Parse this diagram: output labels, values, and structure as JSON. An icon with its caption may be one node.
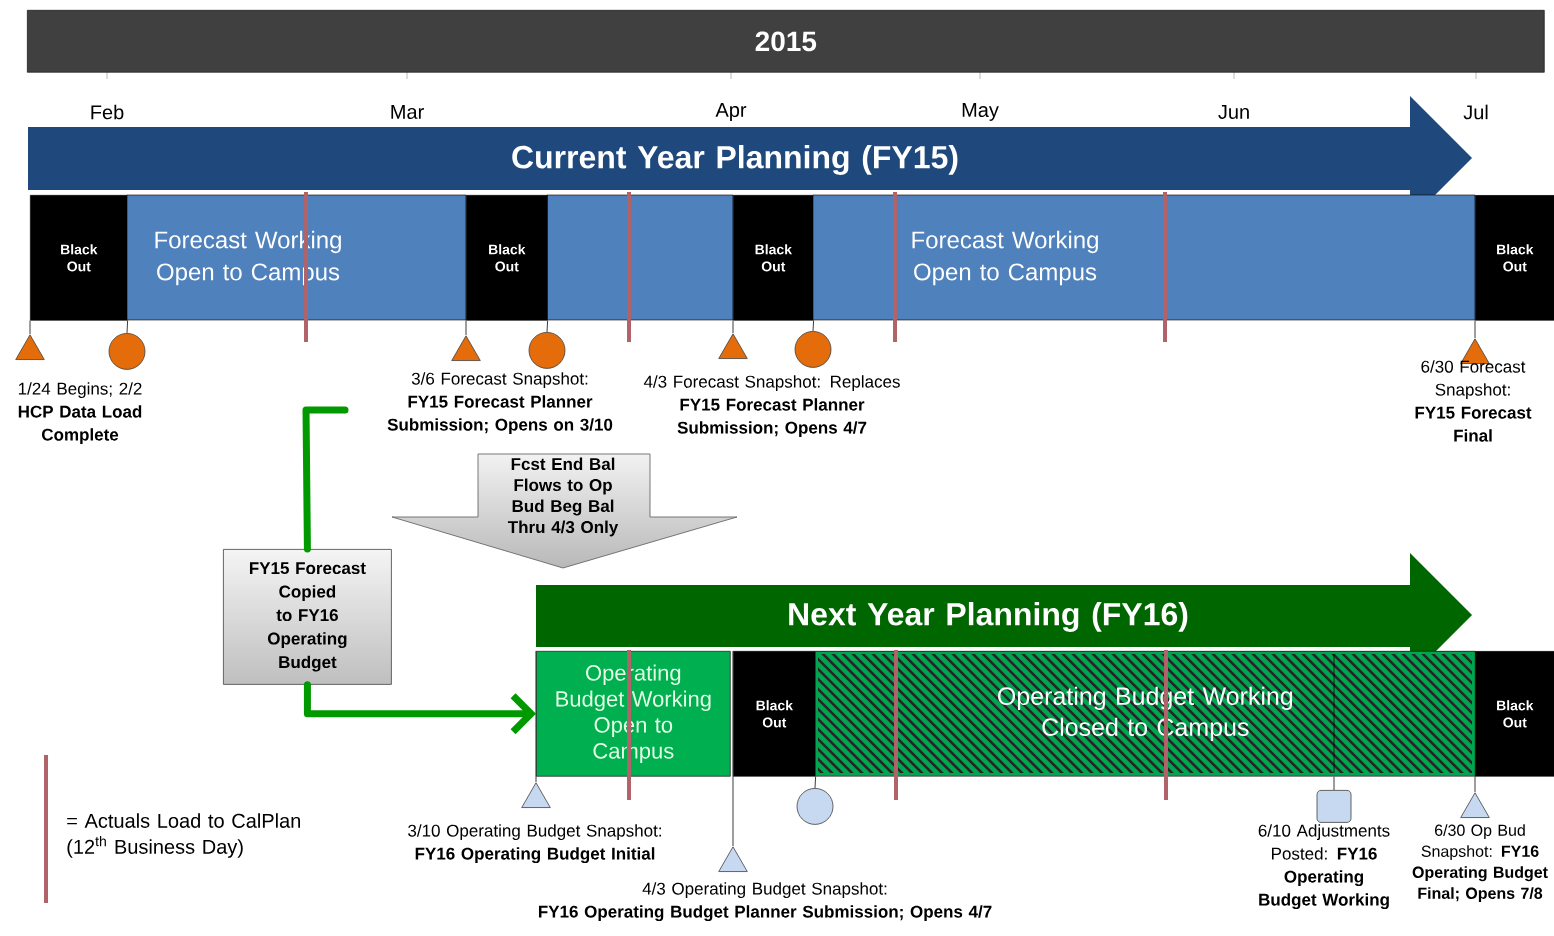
{
  "diagram": {
    "nodes": [
      {
        "text": [
          "2015"
        ]
      },
      {
        "text": [
          "Current Year Planning (FY15)"
        ]
      },
      {
        "text": [
          "Black Out"
        ]
      },
      {
        "text": [
          "Forecast Working Open to Campus"
        ]
      },
      {
        "text": [
          "Black Out"
        ]
      },
      {
        "text": [
          "Black Out"
        ]
      },
      {
        "text": [
          "Forecast Working Open to Campus"
        ]
      },
      {
        "text": [
          "Black Out"
        ]
      },
      {
        "text": [],
        "shape": "triangle",
        "beside": [
          "1/24 Begins; 2/2",
          "HCP Data Load Complete"
        ]
      },
      {
        "text": [],
        "shape": "circle"
      },
      {
        "text": [],
        "shape": "triangle",
        "beside": [
          "3/6 Forecast Snapshot:",
          "FY15 Forecast Planner Submission; Opens on 3/10"
        ]
      },
      {
        "text": [],
        "shape": "circle"
      },
      {
        "text": [],
        "shape": "triangle",
        "beside": [
          "4/3 Forecast Snapshot: Replaces **FY15 Forecast Planner Submission; Opens 4/7**"
        ]
      },
      {
        "text": [],
        "shape": "circle"
      },
      {
        "text": [],
        "shape": "triangle",
        "beside": [
          "6/30 Forecast Snapshot:",
          "FY15 Forecast Final"
        ]
      },
      {
        "text": [
          "Fcst End Bal Flows to Op Bud Beg Bal Thru 4/3 Only"
        ]
      },
      {
        "text": [
          "FY15 Forecast Copied to FY16 Operating Budget"
        ]
      },
      {
        "text": [
          "Next Year Planning (FY16)"
        ]
      },
      {
        "text": [
          "Operating Budget Working Open to Campus"
        ]
      },
      {
        "text": [
          "Black Out"
        ]
      },
      {
        "text": [
          "Operating Budget Working Closed to Campus"
        ]
      },
      {
        "text": [
          "Black Out"
        ]
      },
      {
        "text": [],
        "shape": "triangle",
        "beside": [
          "3/10 Operating Budget Snapshot:",
          "FY16 Operating Budget Initial"
        ]
      },
      {
        "text": [],
        "shape": "triangle",
        "beside": [
          "4/3 Operating Budget Snapshot:",
          "FY16 Operating Budget Planner Submission; Opens 4/7"
        ]
      },
      {
        "text": [],
        "shape": "circle"
      },
      {
        "text": [],
        "shape": "box",
        "beside": [
          "6/10 Adjustments Posted: **FY16 Operating Budget Working**"
        ]
      },
      {
        "text": [],
        "shape": "triangle",
        "beside": [
          "6/30 Op Bud Snapshot: **FY16 Operating Budget Final; Opens 7/8**"
        ]
      }
    ],
    "edges": [
      {
        "from": 2,
        "to": 8,
        "arrow": "none"
      },
      {
        "from": 2,
        "to": 9,
        "arrow": "none"
      },
      {
        "from": 4,
        "to": 10,
        "arrow": "none"
      },
      {
        "from": 4,
        "to": 11,
        "arrow": "none"
      },
      {
        "from": 5,
        "to": 12,
        "arrow": "none"
      },
      {
        "from": 5,
        "to": 13,
        "arrow": "none"
      },
      {
        "from": 7,
        "to": 14,
        "arrow": "none"
      },
      {
        "from": null,
        "to": 16,
        "arrow": "none",
        "style": "thick",
        "color": "#009900"
      },
      {
        "from": 16,
        "to": 18,
        "arrow": "to",
        "style": "thick",
        "color": "#009900"
      },
      {
        "from": 18,
        "to": 22,
        "arrow": "none"
      },
      {
        "from": 19,
        "to": 23,
        "arrow": "none"
      },
      {
        "from": 19,
        "to": 24,
        "arrow": "none"
      },
      {
        "from": 20,
        "to": 25,
        "arrow": "none"
      },
      {
        "from": 21,
        "to": 26,
        "arrow": "none"
      }
    ],
    "labels": [
      "Feb",
      "Mar",
      "Apr",
      "May",
      "Jun",
      "Jul"
    ],
    "legend": [
      {
        "text": "= Actuals Load to CalPlan (12$^{th}$ Business Day)"
      }
    ]
  }
}
